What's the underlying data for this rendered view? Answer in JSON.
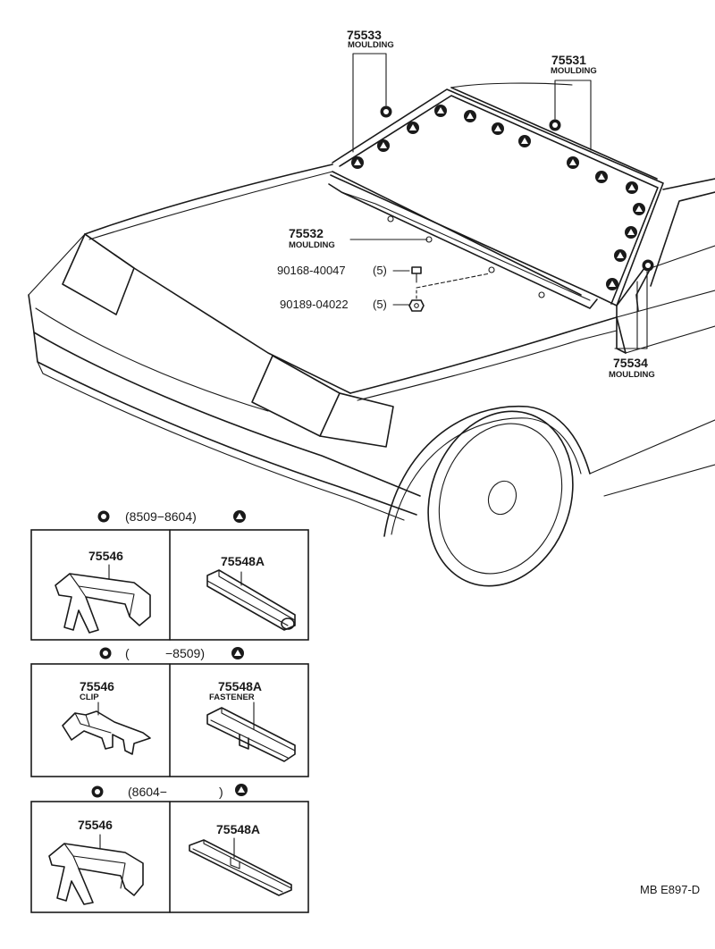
{
  "callouts": {
    "p75533": {
      "number": "75533",
      "name": "MOULDING"
    },
    "p75531": {
      "number": "75531",
      "name": "MOULDING"
    },
    "p75532": {
      "number": "75532",
      "name": "MOULDING"
    },
    "p75534": {
      "number": "75534",
      "name": "MOULDING"
    },
    "bolt": {
      "number": "90168-40047",
      "qty": "(5)"
    },
    "nut": {
      "number": "90189-04022",
      "qty": "(5)"
    }
  },
  "sections": [
    {
      "period_open": "(8509−8604)",
      "period_close": "",
      "clip_number": "75546",
      "clip_name": "",
      "fastener_number": "75548A",
      "fastener_name": ""
    },
    {
      "period_open": "(",
      "period_close": "−8509)",
      "clip_number": "75546",
      "clip_name": "CLIP",
      "fastener_number": "75548A",
      "fastener_name": "FASTENER"
    },
    {
      "period_open": "(8604−",
      "period_close": ")",
      "clip_number": "75546",
      "clip_name": "",
      "fastener_number": "75548A",
      "fastener_name": ""
    }
  ],
  "diagram_code": "MB E897-D",
  "icons": {
    "clip_marker": "filled-circle-icon",
    "fastener_marker": "triangle-icon"
  }
}
